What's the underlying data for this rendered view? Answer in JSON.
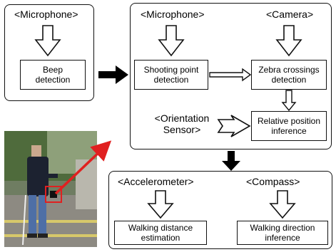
{
  "left_panel": {
    "sensor_label": "<Microphone>",
    "box_label": "Beep detection"
  },
  "right_panel": {
    "mic_label": "<Microphone>",
    "camera_label": "<Camera>",
    "shooting_box": "Shooting point detection",
    "zebra_box": "Zebra crossings detection",
    "orientation_label_1": "<Orientation",
    "orientation_label_2": "Sensor>",
    "relative_box": "Relative position inference"
  },
  "bottom_panel": {
    "accel_label": "<Accelerometer>",
    "compass_label": "<Compass>",
    "walking_distance_box": "Walking distance estimation",
    "walking_direction_box": "Walking direction inference"
  },
  "photo": {
    "description_icon": "person-with-phone-photo",
    "accent_color": "#e02020"
  }
}
